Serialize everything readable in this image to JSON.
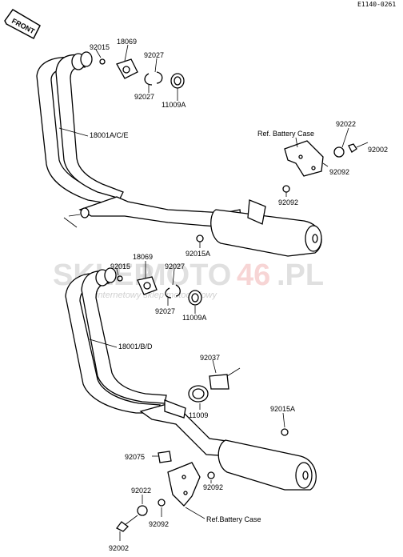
{
  "diagram_code": "E1140-0261",
  "front_label": "FRONT",
  "watermark": {
    "part1": "SKLEP",
    "part2": "MOTO",
    "part3": "46",
    "part4": ".PL",
    "tagline": "internetowy sklep motocyklowy"
  },
  "upper": {
    "labels": {
      "p92015": "92015",
      "p18069": "18069",
      "p92027a": "92027",
      "p92027b": "92027",
      "p11009a": "11009A",
      "p18001": "18001A/C/E",
      "ref_battery": "Ref. Battery Case",
      "p92022": "92022",
      "p92002": "92002",
      "p92092a": "92092",
      "p92092b": "92092",
      "p92015a": "92015A"
    }
  },
  "lower": {
    "labels": {
      "p92015": "92015",
      "p18069": "18069",
      "p92027a": "92027",
      "p92027b": "92027",
      "p11009a": "11009A",
      "p18001": "18001/B/D",
      "p92037": "92037",
      "p11009": "11009",
      "p92015a": "92015A",
      "p92075": "92075",
      "p92092a": "92092",
      "p92022": "92022",
      "p92092b": "92092",
      "ref_battery": "Ref.Battery Case",
      "p92002": "92002"
    }
  }
}
